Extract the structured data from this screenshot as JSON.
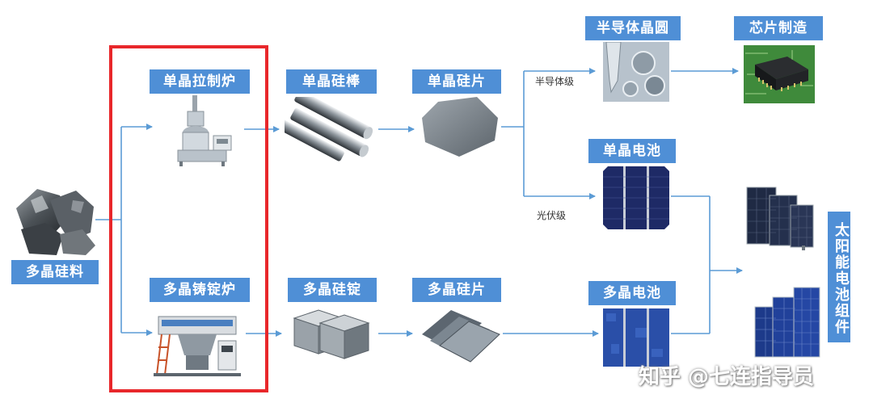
{
  "nodes": {
    "poly_material": "多晶硅料",
    "mono_furnace": "单晶拉制炉",
    "poly_furnace": "多晶铸锭炉",
    "mono_rod": "单晶硅棒",
    "mono_wafer": "单晶硅片",
    "poly_ingot": "多晶硅锭",
    "poly_wafer": "多晶硅片",
    "semi_wafer": "半导体晶圆",
    "chip_making": "芯片制造",
    "mono_cell": "单晶电池",
    "poly_cell": "多晶电池",
    "solar_module": "太阳能电池组件"
  },
  "branch_labels": {
    "semiconductor_grade": "半导体级",
    "pv_grade": "光伏级"
  },
  "watermark": "知乎 @七连指导员",
  "colors": {
    "label_bg": "#4f8fd6",
    "arrow": "#5b9bd5",
    "highlight": "#e8272b"
  }
}
